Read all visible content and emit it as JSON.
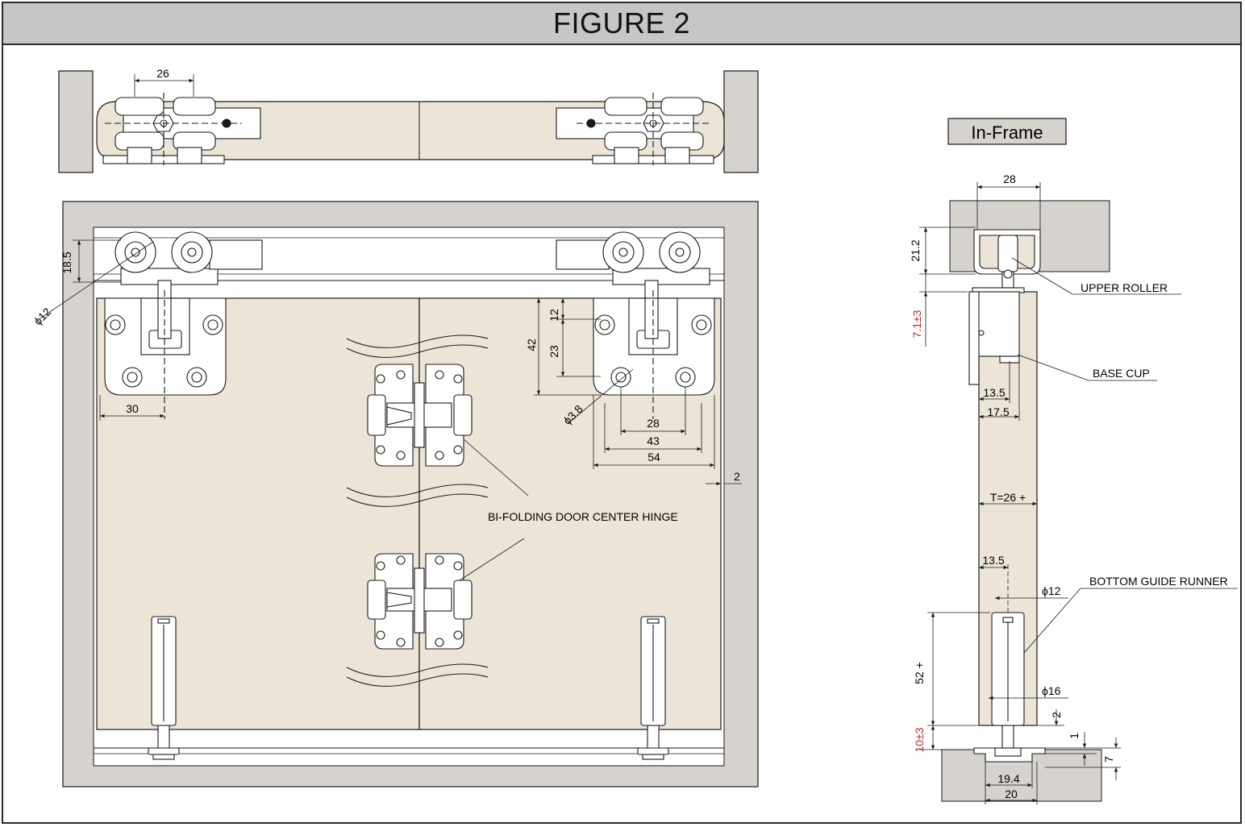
{
  "title": "FIGURE 2",
  "mode_label": "In-Frame",
  "colors": {
    "wood": "#ece4d6",
    "frame": "#d6d3cf",
    "line": "#1a1a1a",
    "tolerance": "#c0282d",
    "header": "#c6c6c6"
  },
  "top_view": {
    "dim_26": "26"
  },
  "front_view": {
    "dim_18_5": "18.5",
    "dim_phi12": "ϕ12",
    "dim_30": "30",
    "dim_42": "42",
    "dim_12": "12",
    "dim_23": "23",
    "dim_phi3_8": "ϕ3.8",
    "dim_28": "28",
    "dim_43": "43",
    "dim_54": "54",
    "dim_2": "2",
    "hinge_label": "BI-FOLDING DOOR CENTER HINGE"
  },
  "side_view": {
    "dim_28": "28",
    "dim_21_2": "21.2",
    "tol_7_1": "7.1±3",
    "upper_roller": "UPPER ROLLER",
    "base_cup": "BASE CUP",
    "dim_13_5_top": "13.5",
    "dim_17_5": "17.5",
    "thickness": "T=26 +",
    "dim_13_5_bottom": "13.5",
    "dim_phi12": "ϕ12",
    "bottom_guide": "BOTTOM GUIDE RUNNER",
    "dim_52": "52 +",
    "dim_phi16": "ϕ16",
    "dim_2": "2",
    "dim_1": "1",
    "tol_10": "10±3",
    "dim_7": "7",
    "dim_19_4": "19.4",
    "dim_20": "20"
  }
}
